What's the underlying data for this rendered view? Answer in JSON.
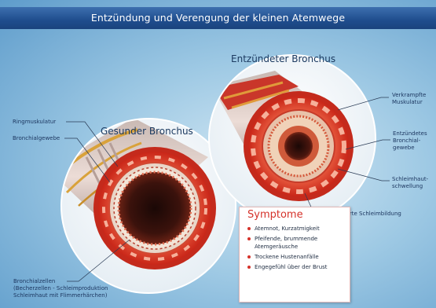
{
  "title": "Entzündung und Verengung der kleinen Atemwege",
  "healthy": {
    "heading": "Gesunder Bronchus",
    "labels": {
      "ringmuskulatur": "Ringmuskulatur",
      "bronchialgewebe": "Bronchialgewebe",
      "bronchialzellen": [
        "Bronchialzellen",
        "(Becherzellen - Schleimproduktion",
        "Schleimhaut mit Flimmerhärchen)"
      ]
    }
  },
  "inflamed": {
    "heading": "Entzündeter Bronchus",
    "labels": {
      "verkrampfte": [
        "Verkrampfte",
        "Muskulatur"
      ],
      "entzuendetes": [
        "Entzündetes",
        "Bronchial-",
        "gewebe"
      ],
      "schleimhaut": [
        "Schleimhaut-",
        "schwellung"
      ],
      "vermehrte": "Vermehrte Schleimbildung"
    }
  },
  "symptoms": {
    "heading": "Symptome",
    "items": [
      [
        "Atemnot, Kurzatmigkeit"
      ],
      [
        "Pfeifende, brummende",
        "Atemgeräusche"
      ],
      [
        "Trockene Hustenanfälle"
      ],
      [
        "Engegefühl über der Brust"
      ]
    ]
  },
  "colors": {
    "title_bar": "#1f4d8e",
    "bronchus_red": "#d93a2c",
    "symptom_accent": "#d5322a",
    "background": "#9ec9e4"
  }
}
